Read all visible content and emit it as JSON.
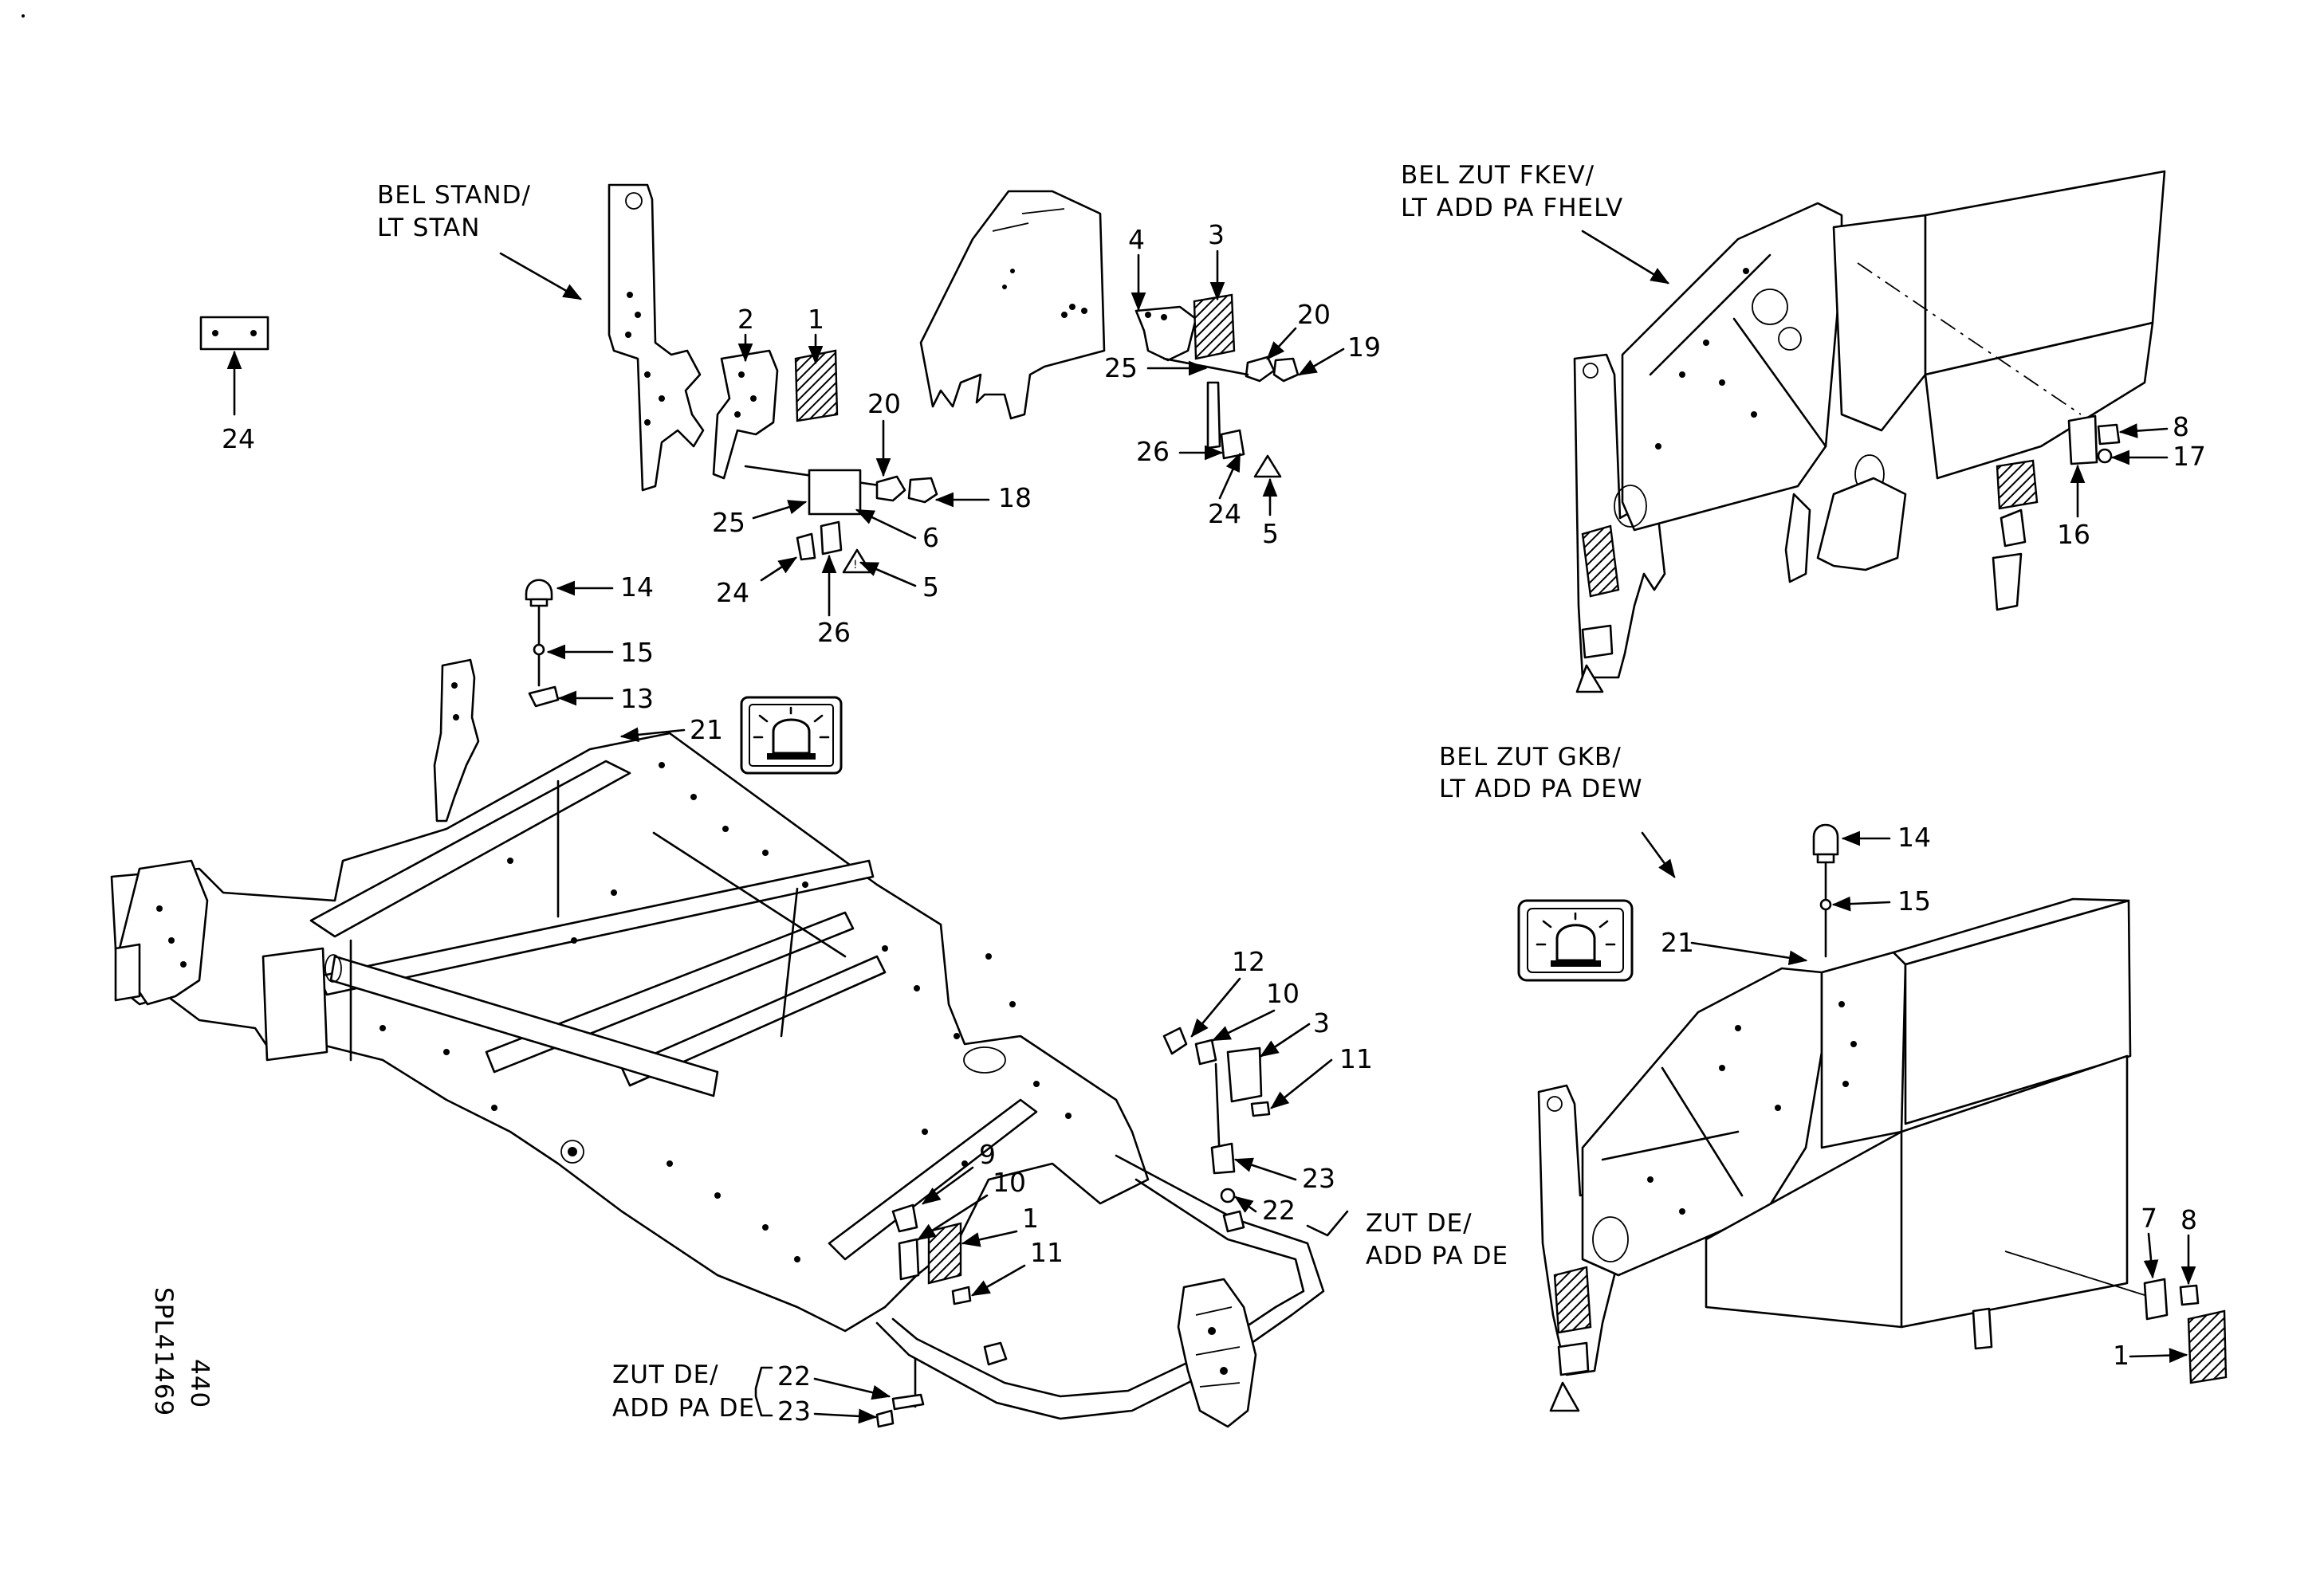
{
  "diagram": {
    "document_code": "SPL41469",
    "page_number": "440",
    "groups": {
      "stand": {
        "line1": "BEL STAND/",
        "line2": "LT STAN"
      },
      "fkev": {
        "line1": "BEL ZUT FKEV/",
        "line2": "LT ADD PA FHELV"
      },
      "gkb": {
        "line1": "BEL ZUT GKB/",
        "line2": "LT ADD PA DEW"
      },
      "zut_de_right": {
        "line1": "ZUT DE/",
        "line2": "ADD PA DE"
      },
      "zut_de_bottom": {
        "line1": "ZUT DE/",
        "line2": "ADD PA DE"
      }
    },
    "callouts": {
      "c1a": "1",
      "c2": "2",
      "c20a": "20",
      "c18": "18",
      "c25a": "25",
      "c6": "6",
      "c24a": "24",
      "c5a": "5",
      "c26a": "26",
      "c24b": "24",
      "c4": "4",
      "c3a": "3",
      "c20b": "20",
      "c19": "19",
      "c25b": "25",
      "c26b": "26",
      "c24c": "24",
      "c5b": "5",
      "c8a": "8",
      "c17": "17",
      "c16": "16",
      "c14a": "14",
      "c15a": "15",
      "c13": "13",
      "c21a": "21",
      "c12": "12",
      "c10a": "10",
      "c3b": "3",
      "c11a": "11",
      "c23a": "23",
      "c22a": "22",
      "c9": "9",
      "c10b": "10",
      "c1b": "1",
      "c11b": "11",
      "c22b": "22",
      "c23b": "23",
      "c14b": "14",
      "c15b": "15",
      "c21b": "21",
      "c7": "7",
      "c8b": "8",
      "c1c": "1"
    },
    "icons": [
      "beacon-warning-icon",
      "beacon-warning-icon"
    ]
  }
}
